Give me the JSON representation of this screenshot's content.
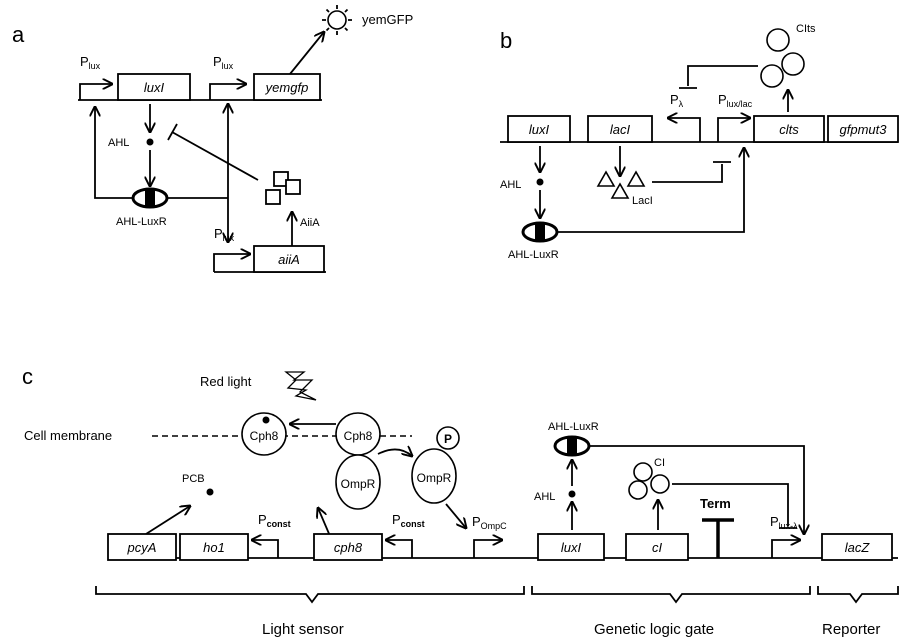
{
  "panels": {
    "a": "a",
    "b": "b",
    "c": "c"
  },
  "panel_a": {
    "promoter": "P",
    "promoter_sub": "lux",
    "gene_luxI": "luxI",
    "gene_yemgfp": "yemgfp",
    "gene_aiiA": "aiiA",
    "protein_yemGFP": "yemGFP",
    "ahl": "AHL",
    "complex": "AHL-LuxR",
    "protein_AiiA": "AiiA"
  },
  "panel_b": {
    "gene_luxI": "luxI",
    "gene_lacI": "lacI",
    "gene_clts": "clts",
    "gene_gfpmut3": "gfpmut3",
    "promoter_lambda": "P",
    "promoter_lambda_sub": "λ",
    "promoter_luxlac": "P",
    "promoter_luxlac_sub": "lux/lac",
    "protein_CIts": "CIts",
    "protein_LacI": "LacI",
    "ahl": "AHL",
    "complex": "AHL-LuxR"
  },
  "panel_c": {
    "red_light": "Red light",
    "cell_membrane": "Cell membrane",
    "pcb": "PCB",
    "cph8": "Cph8",
    "ompr": "OmpR",
    "phospho": "P",
    "p_const": "P",
    "p_const_sub": "const",
    "p_ompc": "P",
    "p_ompc_sub": "OmpC",
    "gene_pcyA": "pcyA",
    "gene_ho1": "ho1",
    "gene_cph8": "cph8",
    "gene_luxI": "luxI",
    "gene_cI": "cI",
    "gene_lacZ": "lacZ",
    "ahl": "AHL",
    "complex": "AHL-LuxR",
    "ci": "CI",
    "term": "Term",
    "p_luxlambda": "P",
    "p_luxlambda_sub": "lux-λ",
    "section_light_sensor": "Light sensor",
    "section_logic_gate": "Genetic logic gate",
    "section_reporter": "Reporter"
  }
}
